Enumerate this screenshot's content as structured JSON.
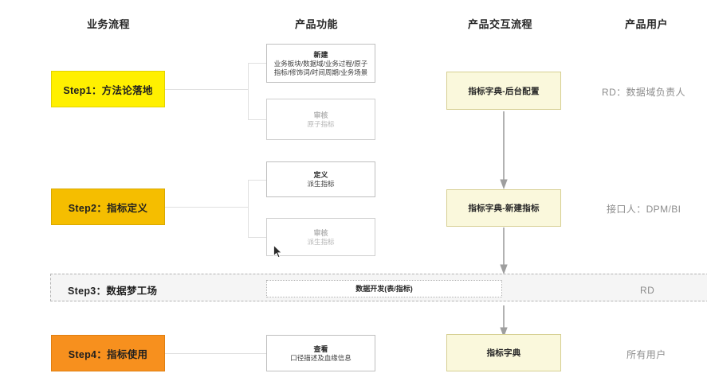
{
  "columns": [
    {
      "label": "业务流程"
    },
    {
      "label": "产品功能"
    },
    {
      "label": "产品交互流程"
    },
    {
      "label": "产品用户"
    }
  ],
  "steps": [
    {
      "label": "Step1：方法论落地",
      "color": "#FFF000"
    },
    {
      "label": "Step2：指标定义",
      "color": "#F5BE00"
    },
    {
      "label": "Step3：数据梦工场",
      "color": "#f5f5f5"
    },
    {
      "label": "Step4：指标使用",
      "color": "#F7901E"
    }
  ],
  "features": [
    {
      "title": "新建",
      "sub": "业务板块/数据域/业务过程/原子指标/修饰词/时间周期/业务场景",
      "muted": false
    },
    {
      "title": "审核",
      "sub": "原子指标",
      "muted": true
    },
    {
      "title": "定义",
      "sub": "派生指标",
      "muted": false
    },
    {
      "title": "审核",
      "sub": "派生指标",
      "muted": true
    },
    {
      "title": "数据开发(表/指标)",
      "sub": "",
      "muted": false
    },
    {
      "title": "查看",
      "sub": "口径描述及血缘信息",
      "muted": false
    }
  ],
  "flow": [
    {
      "label": "指标字典-后台配置"
    },
    {
      "label": "指标字典-新建指标"
    },
    {
      "label": "指标字典"
    }
  ],
  "users": [
    {
      "label": "RD：数据域负责人"
    },
    {
      "label": "接口人：DPM/BI"
    },
    {
      "label": "RD"
    },
    {
      "label": "所有用户"
    }
  ],
  "colors": {
    "step1": "#FFF000",
    "step2": "#F5BE00",
    "step4": "#F7901E",
    "flow_fill": "#FAF8DC",
    "flow_border": "#d6cf92",
    "band_fill": "#f5f5f5",
    "connector": "#e0e0e0",
    "arrow": "#9e9e9e"
  }
}
